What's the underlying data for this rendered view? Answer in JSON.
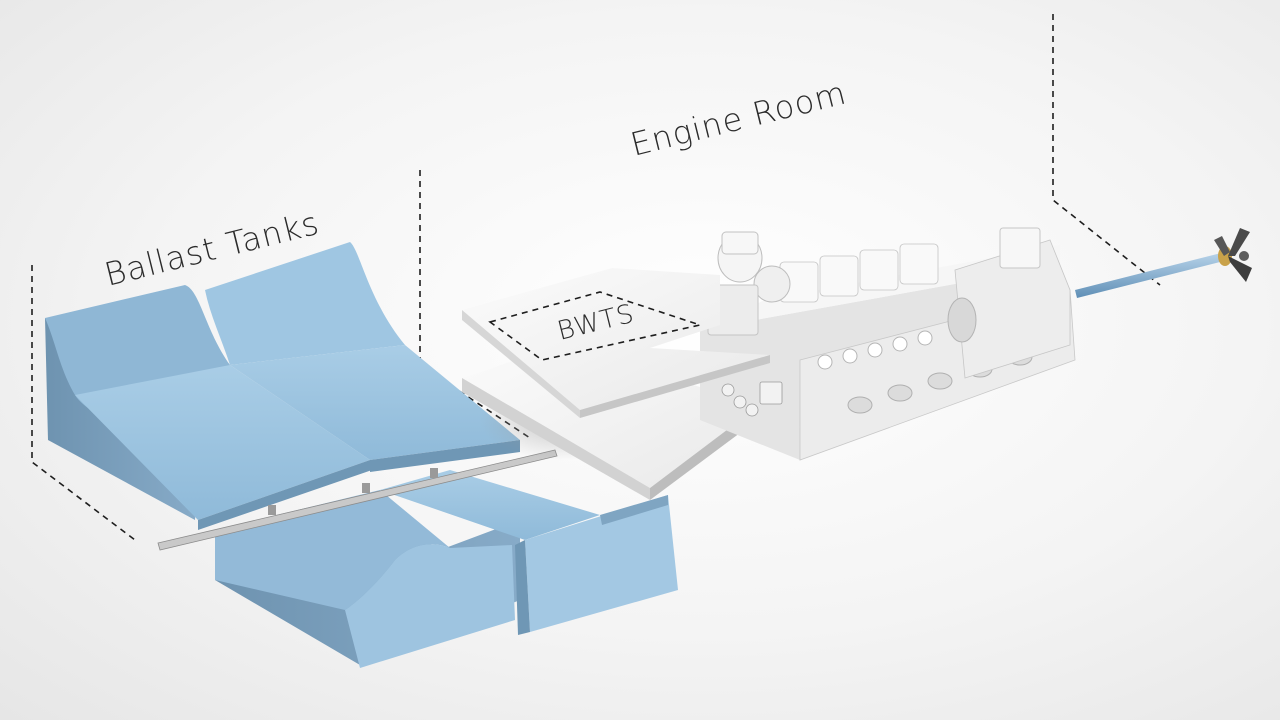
{
  "diagram": {
    "labels": {
      "ballast_tanks": "Ballast Tanks",
      "engine_room": "Engine Room",
      "bwts": "BWTS"
    },
    "colors": {
      "ballast_water": "#9cc4e0",
      "ballast_dark": "#6f97b5",
      "machinery": "#f1f1f1",
      "shaft": "#7aa6c8",
      "propeller_hub": "#c9a24a",
      "dashed_line": "#1e1e1e"
    }
  }
}
